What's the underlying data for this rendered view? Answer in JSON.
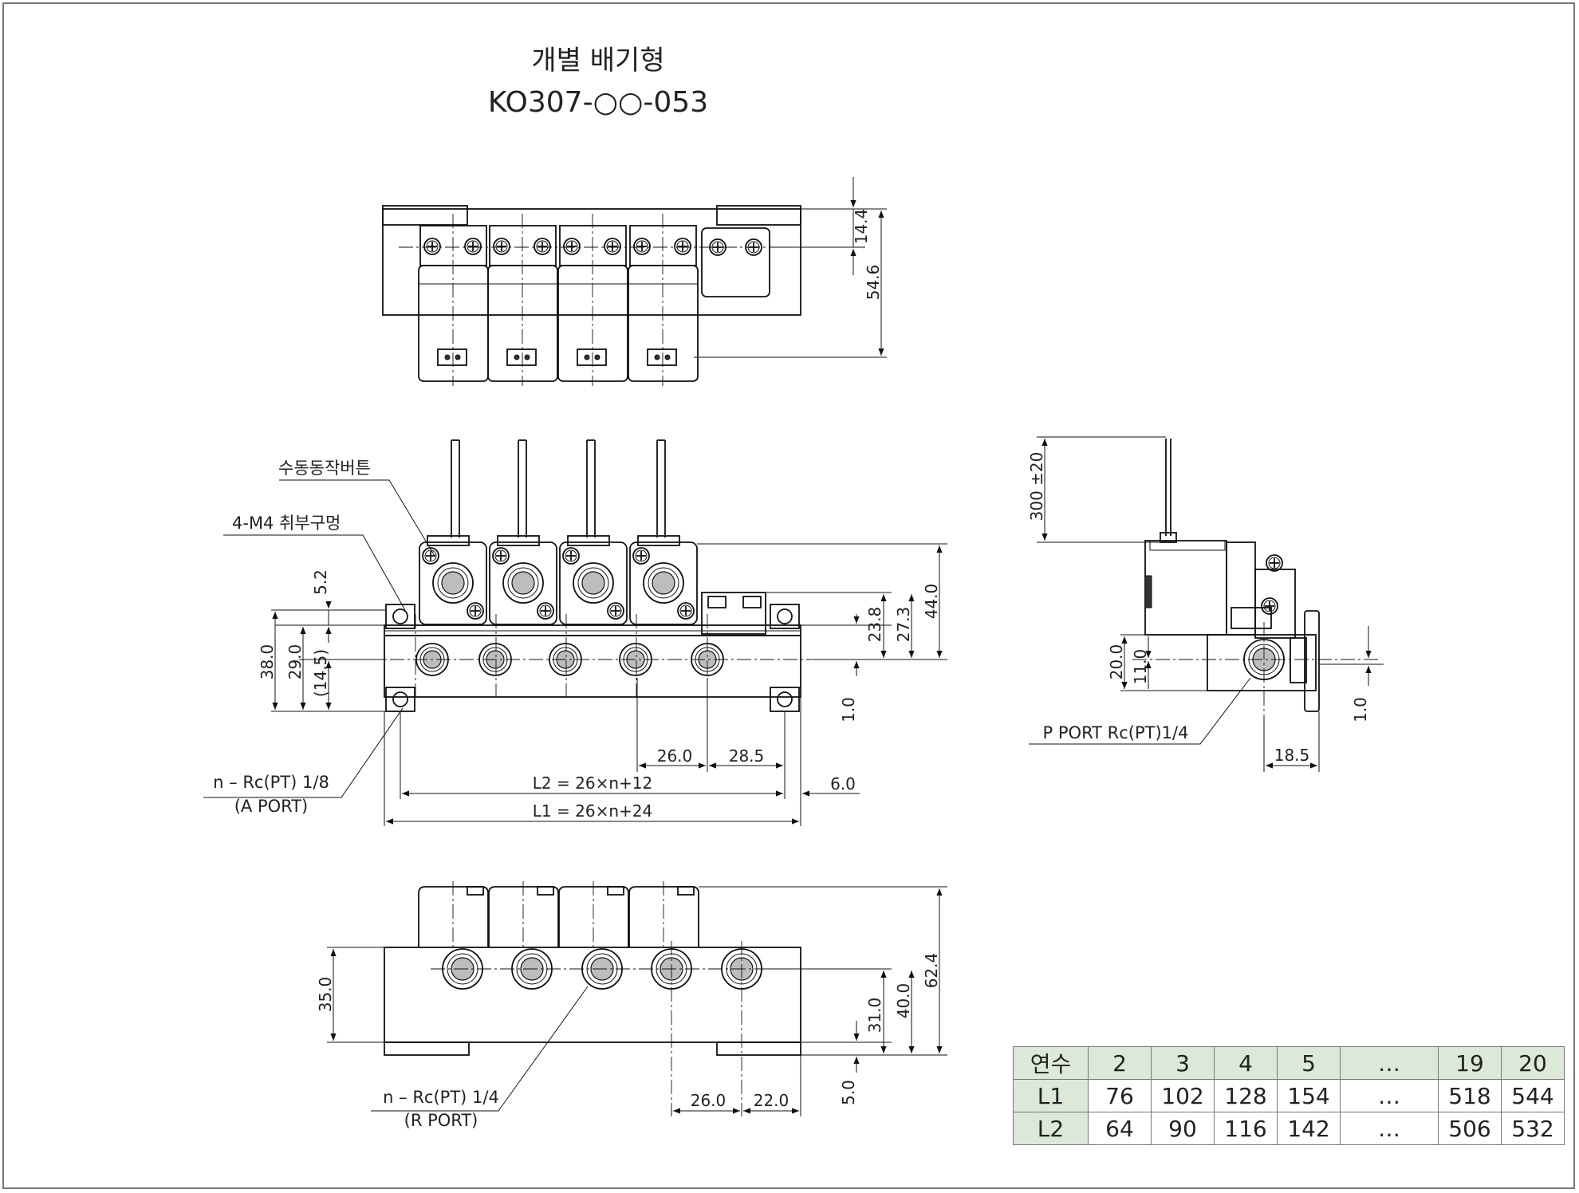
{
  "drawing": {
    "title_ko": "개별 배기형",
    "model": "KO307-○○-053"
  },
  "labels": {
    "manual_button": "수동동작버튼",
    "mount_hole": "4-M4 취부구멍",
    "a_port_line1": "n – Rc(PT) 1/8",
    "a_port_line2": "(A PORT)",
    "r_port_line1": "n – Rc(PT) 1/4",
    "r_port_line2": "(R PORT)",
    "p_port": "P PORT Rc(PT)1/4",
    "l2_formula": "L2 = 26×n+12",
    "l1_formula": "L1 = 26×n+24"
  },
  "dimensions": {
    "top": {
      "d14_4": "14.4",
      "d54_6": "54.6"
    },
    "front": {
      "d5_2": "5.2",
      "d38_0": "38.0",
      "d29_0": "29.0",
      "d14_5": "(14.5)",
      "d23_8": "23.8",
      "d27_3": "27.3",
      "d44_0": "44.0",
      "d1_0": "1.0",
      "d26_0": "26.0",
      "d28_5": "28.5",
      "d6_0": "6.0"
    },
    "side": {
      "d300": "300 ±20",
      "d20_0": "20.0",
      "d11_0": "11.0",
      "d1_0": "1.0",
      "d18_5": "18.5"
    },
    "bottom": {
      "d35_0": "35.0",
      "d31_0": "31.0",
      "d40_0": "40.0",
      "d62_4": "62.4",
      "d5_0": "5.0",
      "d26_0": "26.0",
      "d22_0": "22.0"
    }
  },
  "table": {
    "header_label": "연수",
    "columns": [
      "2",
      "3",
      "4",
      "5",
      "…",
      "19",
      "20"
    ],
    "rows": [
      {
        "label": "L1",
        "values": [
          "76",
          "102",
          "128",
          "154",
          "…",
          "518",
          "544"
        ]
      },
      {
        "label": "L2",
        "values": [
          "64",
          "90",
          "116",
          "142",
          "…",
          "506",
          "532"
        ]
      }
    ]
  }
}
